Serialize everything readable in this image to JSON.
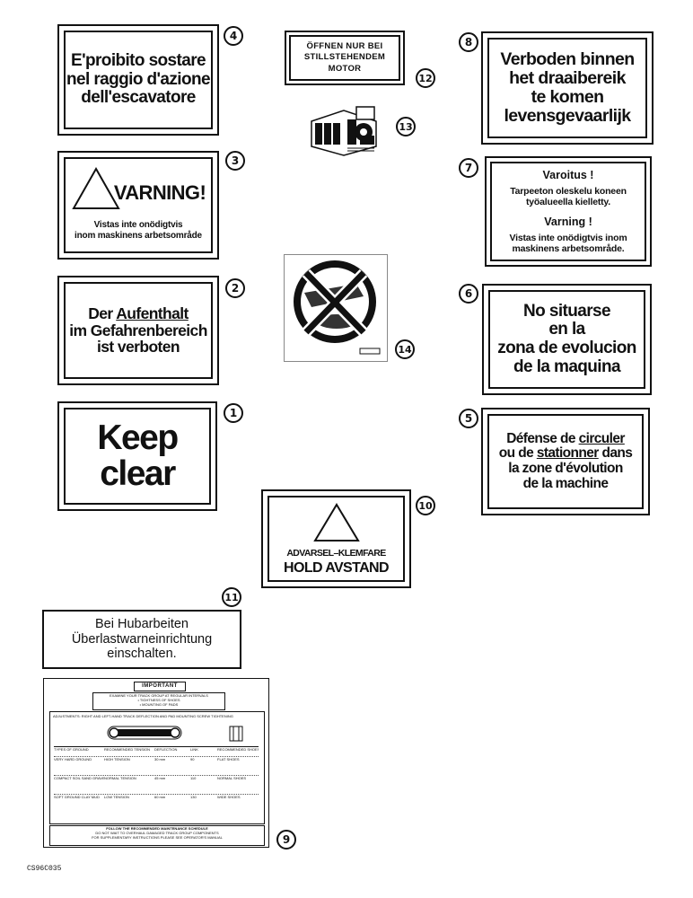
{
  "decals": {
    "d4": {
      "number": "4",
      "lines": [
        "E'proibito sostare",
        "nel raggio d'azione",
        "dell'escavatore"
      ]
    },
    "d12": {
      "number": "12",
      "lines": [
        "ÖFFNEN NUR BEI",
        "STILLSTEHENDEM",
        "MOTOR"
      ]
    },
    "d8": {
      "number": "8",
      "lines": [
        "Verboden binnen",
        "het draaibereik",
        "te komen",
        "levensgevaarlijk"
      ]
    },
    "d13": {
      "number": "13",
      "logo_text": "mb"
    },
    "d3": {
      "number": "3",
      "title": "VARNING!",
      "sub": [
        "Vistas inte onödigtvis",
        "inom maskinens arbetsområde"
      ]
    },
    "d7": {
      "number": "7",
      "h1": "Varoitus !",
      "p1": [
        "Tarpeeton oleskelu koneen",
        "työalueella kielletty."
      ],
      "h2": "Varning !",
      "p2": [
        "Vistas inte onödigtvis inom",
        "maskinens arbetsområde."
      ]
    },
    "d2": {
      "number": "2",
      "l1a": "Der ",
      "l1b": "Aufenthalt",
      "l2": "im Gefahrenbereich",
      "l3": "ist verboten"
    },
    "d14": {
      "number": "14"
    },
    "d6": {
      "number": "6",
      "lines": [
        "No situarse",
        "en la",
        "zona de evolucion",
        "de la maquina"
      ]
    },
    "d1": {
      "number": "1",
      "lines": [
        "Keep",
        "clear"
      ]
    },
    "d5": {
      "number": "5",
      "l1a": "Défense de ",
      "l1b": "circuler",
      "l2a": "ou de ",
      "l2b": "stationner",
      "l2c": " dans",
      "l3": "la zone d'évolution",
      "l4": "de la machine"
    },
    "d10": {
      "number": "10",
      "line1": "ADVARSEL–KLEMFARE",
      "line2": "HOLD AVSTAND"
    },
    "d11": {
      "number": "11",
      "lines": [
        "Bei Hubarbeiten",
        "Überlastwarneinrichtung",
        "einschalten."
      ]
    },
    "d9": {
      "number": "9",
      "header": "IMPORTANT",
      "intro": [
        "EXAMINE YOUR TRACK GROUP AT REGULAR INTERVALS",
        "• TIGHTNESS OF SHOES",
        "• MOUNTING OF PADS"
      ],
      "subheader": "ADJUSTMENTS: RIGHT AND LEFT-HAND TRACK DEFLECTION AND PAD MOUNTING SCREW TIGHTENING",
      "col_heads": [
        "TYPES OF GROUND",
        "RECOMMENDED TENSION",
        "DEFLECTION",
        "LINK",
        "RECOMMENDED SHOES"
      ],
      "rows": [
        [
          "VERY HARD GROUND",
          "HIGH TENSION",
          "30 mm",
          "90",
          "FLAT SHOES"
        ],
        [
          "COMPACT SOIL SAND GRAVEL",
          "NORMAL TENSION",
          "45 mm",
          "110",
          "NORMAL SHOES"
        ],
        [
          "SOFT GROUND CLAY MUD",
          "LOW TENSION",
          "60 mm",
          "130",
          "WIDE SHOES"
        ]
      ],
      "footer": [
        "FOLLOW THE RECOMMENDED MAINTENANCE SCHEDULE",
        "DO NOT WAIT TO OVERHAUL DAMAGED TRACK GROUP COMPONENTS",
        "FOR SUPPLEMENTARY INSTRUCTIONS PLEASE SEE OPERATOR'S MANUAL"
      ]
    }
  },
  "figure_code": "CS96C035"
}
